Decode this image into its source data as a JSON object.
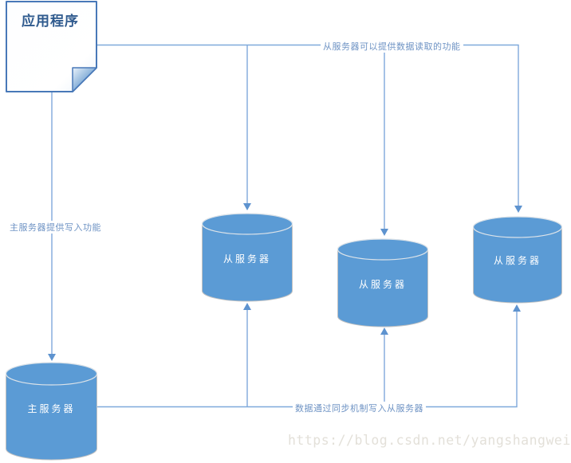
{
  "diagram": {
    "app_node": {
      "label": "应用程序"
    },
    "master_node": {
      "label": "主服务器"
    },
    "slave_nodes": [
      {
        "label": "从服务器"
      },
      {
        "label": "从服务器"
      },
      {
        "label": "从服务器"
      }
    ],
    "edge_labels": {
      "read": "从服务器可以提供数据读取的功能",
      "write": "主服务器提供写入功能",
      "sync": "数据通过同步机制写入从服务器"
    },
    "colors": {
      "cylinder_fill": "#5B9BD5",
      "cylinder_stroke": "#C2C2C2",
      "connector": "#7FA9DB",
      "arrowhead": "#5E93CF",
      "note_border": "#4878B8",
      "note_title_text": "#2F5A8E",
      "edge_label_text": "#6E93C4",
      "node_label_text": "#FFFFFF",
      "watermark_text": "#E3E0D9"
    }
  },
  "watermark": {
    "text": "https://blog.csdn.net/yangshangwei"
  }
}
